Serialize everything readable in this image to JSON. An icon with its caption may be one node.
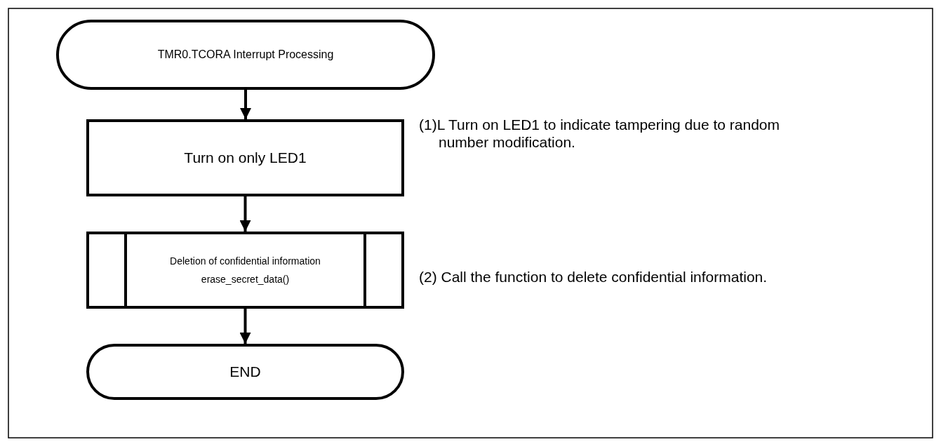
{
  "diagram": {
    "nodes": [
      {
        "text": [
          "TMR0.TCORA Interrupt Processing"
        ]
      },
      {
        "text": [
          "Turn on only LED1"
        ],
        "beside": [
          "(1)L Turn on LED1 to indicate tampering due to random number modification."
        ]
      },
      {
        "text": [
          "Deletion of confidential information",
          "erase_secret_data()"
        ],
        "beside": [
          "(2) Call the function to delete confidential information."
        ]
      },
      {
        "text": [
          "END"
        ]
      }
    ],
    "edges": [
      {
        "from": 0,
        "to": 1,
        "arrow": "to"
      },
      {
        "from": 1,
        "to": 2,
        "arrow": "to"
      },
      {
        "from": 2,
        "to": 3,
        "arrow": "to"
      }
    ]
  }
}
